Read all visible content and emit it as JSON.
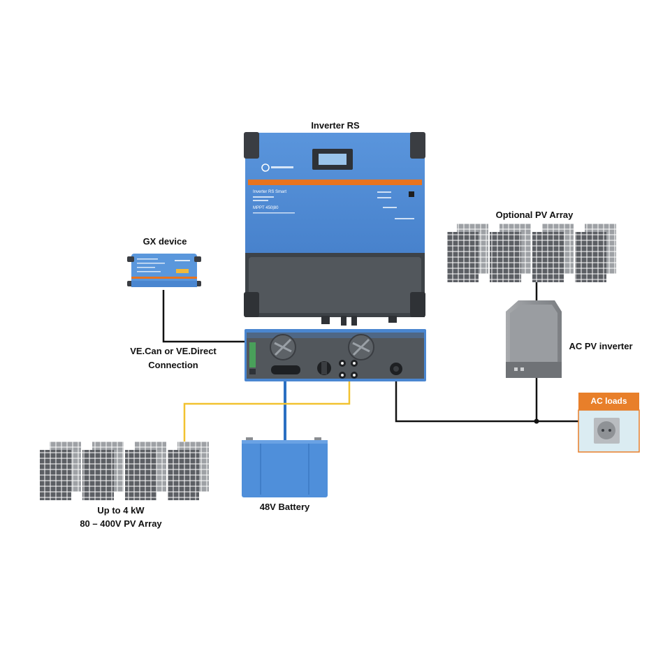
{
  "labels": {
    "inverter": "Inverter RS",
    "optional_pv": "Optional PV Array",
    "gx_device": "GX device",
    "ve_connection_line1": "VE.Can or VE.Direct",
    "ve_connection_line2": "Connection",
    "ac_pv_inverter": "AC PV inverter",
    "ac_loads": "AC loads",
    "battery": "48V Battery",
    "pv_array_line1": "Up to 4 kW",
    "pv_array_line2": "80 – 400V PV Array"
  },
  "inverter_front": {
    "model": "Inverter RS Smart",
    "mppt": "MPPT 450|80"
  },
  "colors": {
    "inverter_blue": "#4a86d0",
    "inverter_dark": "#3d4247",
    "orange_band": "#e8731e",
    "battery_blue": "#4f8fda",
    "dc_cable": "#2a6fc2",
    "pv_cable": "#f2c230",
    "ac_cable": "#111111",
    "ac_loads_header": "#e87f2a",
    "ac_loads_body": "#dbecf2",
    "panel_cell": "#5a5d62"
  }
}
